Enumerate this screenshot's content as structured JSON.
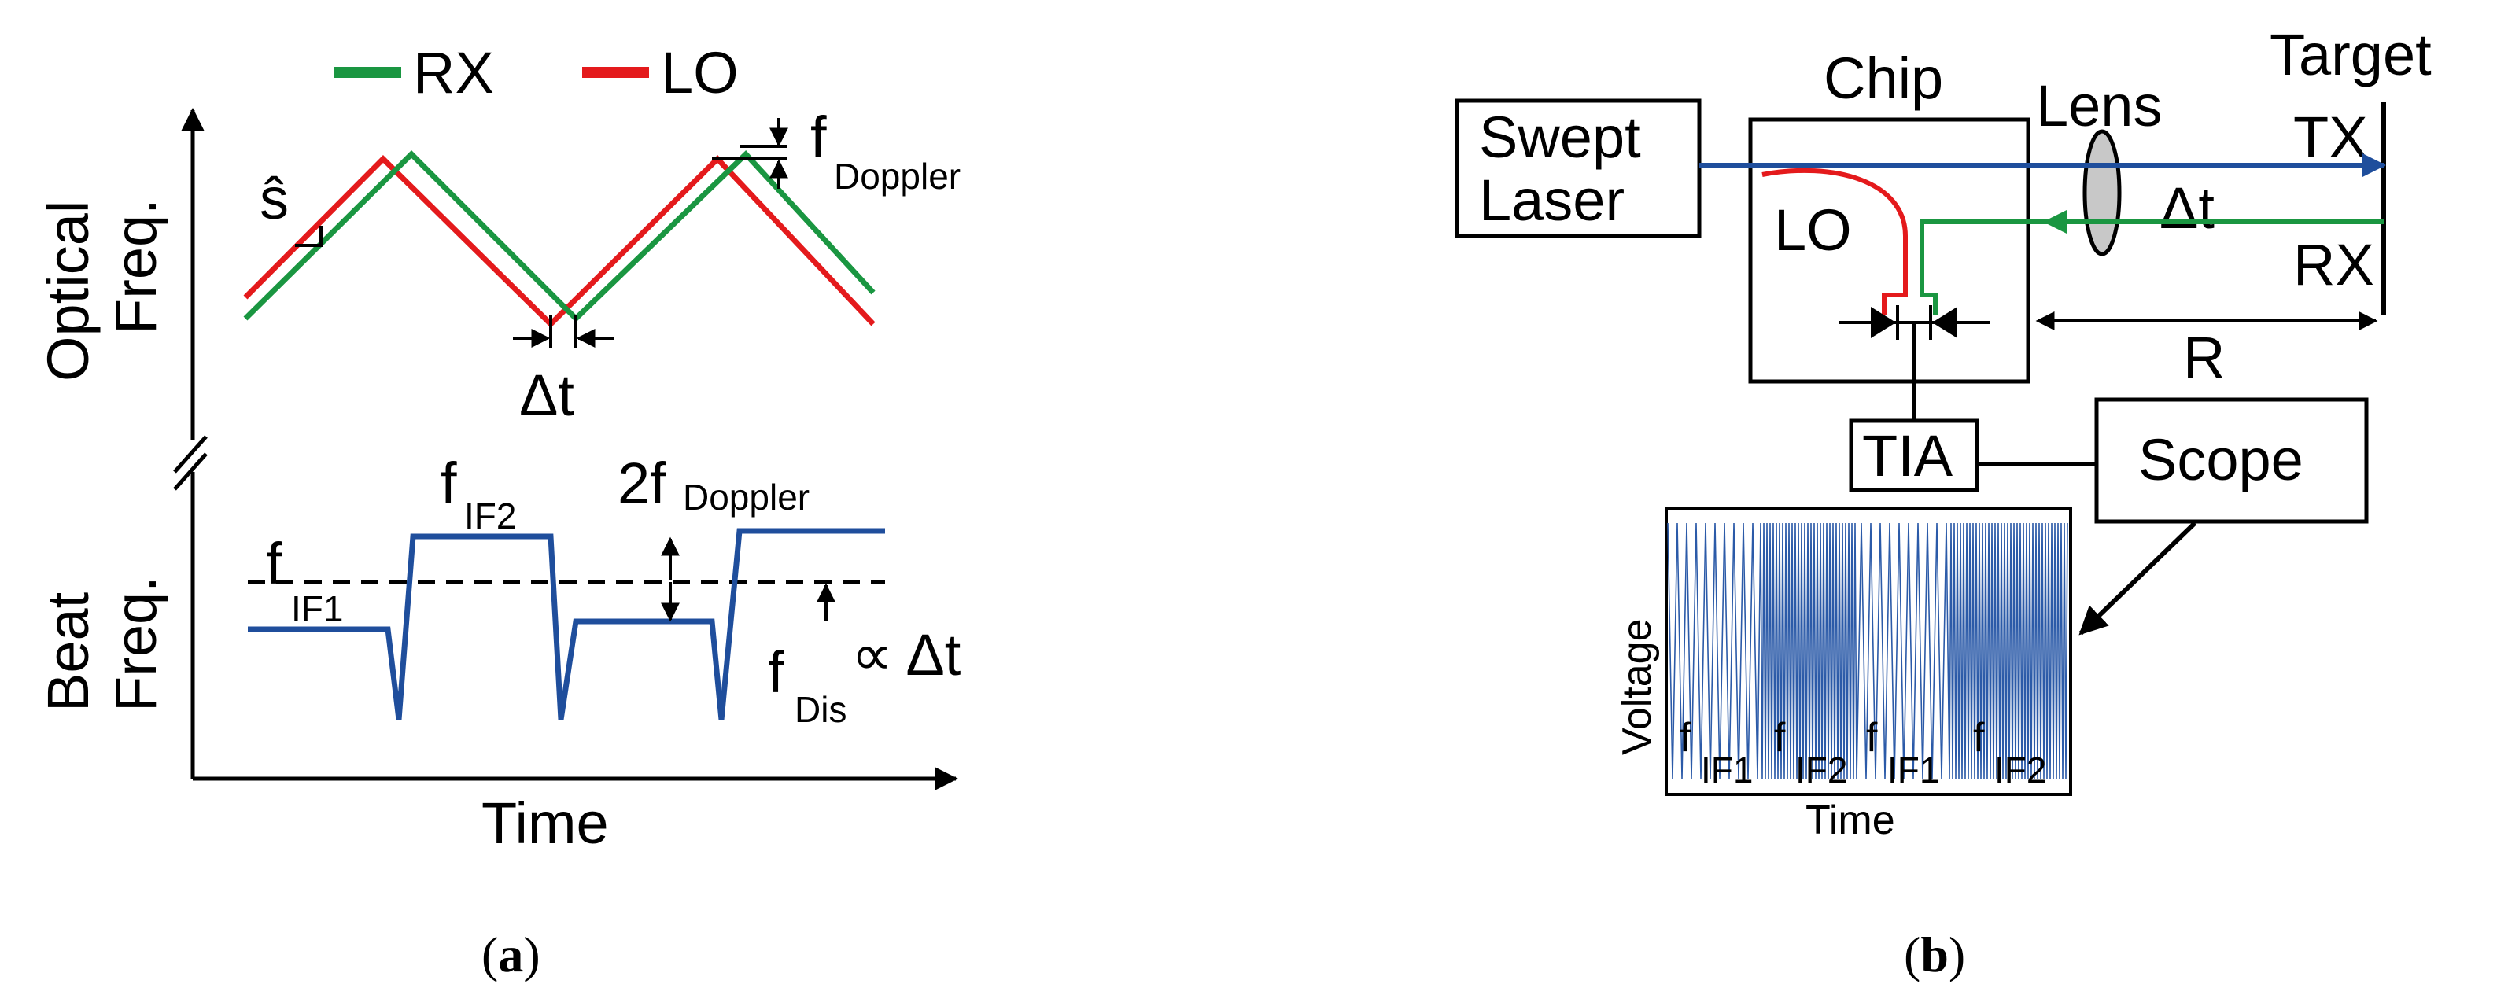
{
  "panel_a": {
    "caption_open": "(",
    "caption_letter": "a",
    "caption_close": ")",
    "legend": {
      "rx": "RX",
      "lo": "LO"
    },
    "y_label_top_1": "Optical",
    "y_label_top_2": "Freq.",
    "y_label_bottom_1": "Beat",
    "y_label_bottom_2": "Freq.",
    "x_label": "Time",
    "slope_symbol": "ŝ",
    "delta_t": "Δt",
    "f_doppler_f": "f",
    "f_doppler_sub": "Doppler",
    "two_f_doppler": "2f",
    "two_f_doppler_sub": "Doppler",
    "f_if1": "f",
    "f_if1_sub": "IF1",
    "f_if2": "f",
    "f_if2_sub": "IF2",
    "f_dis": "f",
    "f_dis_sub": "Dis",
    "f_dis_prop": "∝ Δt"
  },
  "panel_b": {
    "caption_open": "(",
    "caption_letter": "b",
    "caption_close": ")",
    "swept_laser_1": "Swept",
    "swept_laser_2": "Laser",
    "chip": "Chip",
    "lens": "Lens",
    "target": "Target",
    "tx": "TX",
    "rx": "RX",
    "delta_t": "Δt",
    "lo": "LO",
    "r": "R",
    "tia": "TIA",
    "scope": "Scope",
    "inset_ylabel": "Voltage",
    "inset_xlabel": "Time",
    "inset_labels": [
      {
        "f": "f",
        "sub": "IF1"
      },
      {
        "f": "f",
        "sub": "IF2"
      },
      {
        "f": "f",
        "sub": "IF1"
      },
      {
        "f": "f",
        "sub": "IF2"
      }
    ]
  },
  "colors": {
    "rx": "#1a9641",
    "lo": "#e41a1c",
    "beat": "#1f4e9c",
    "signal": "#2b5aa8",
    "lens": "#c8c8c8"
  }
}
